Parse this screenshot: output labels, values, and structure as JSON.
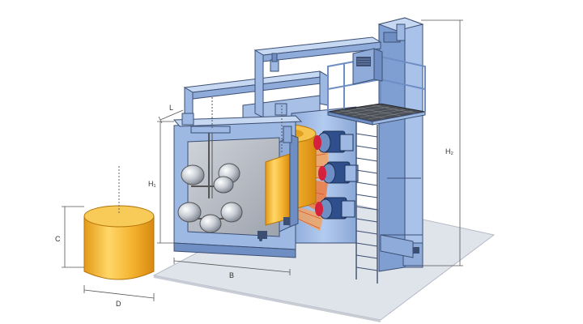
{
  "diagram": {
    "labels": {
      "L": "L",
      "H1": "H₁",
      "H2": "H₂",
      "B": "B",
      "C": "C",
      "D": "D"
    },
    "colors": {
      "steel": "#9db8e3",
      "steel_dark": "#6f8fc4",
      "steel_light": "#c7d8f2",
      "edge": "#3c4f72",
      "floor": "#dfe3ea",
      "gold": "#f2b632",
      "gold_dark": "#d98f12",
      "gold_light": "#ffe08a",
      "interior": "#b9bec7",
      "blade": "#f07a3c",
      "wheel_red": "#d5213b"
    }
  }
}
